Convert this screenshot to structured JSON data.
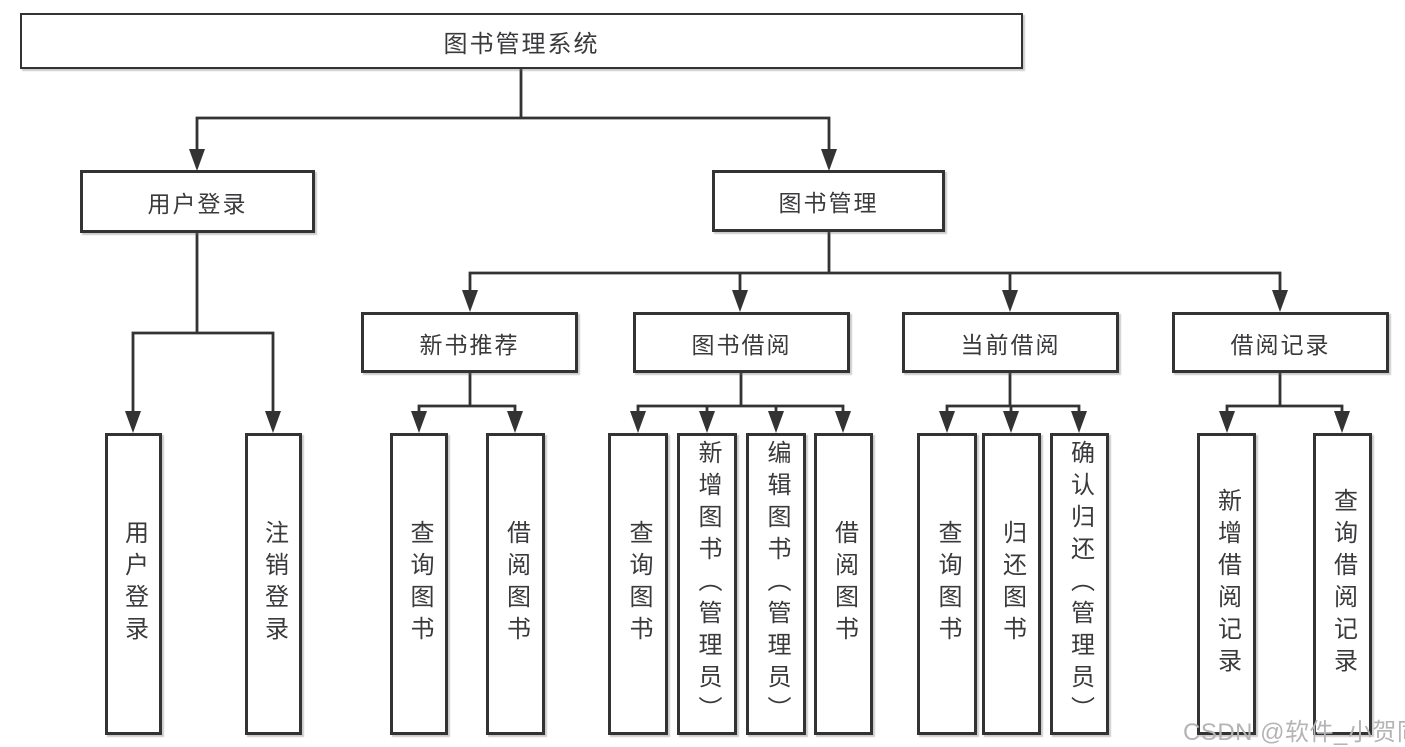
{
  "diagram": {
    "root": "图书管理系统",
    "login": {
      "label": "用户登录",
      "children": [
        "用户登录",
        "注销登录"
      ]
    },
    "mgmt": {
      "label": "图书管理",
      "children": [
        {
          "label": "新书推荐",
          "children": [
            "查询图书",
            "借阅图书"
          ]
        },
        {
          "label": "图书借阅",
          "children": [
            "查询图书",
            "新增图书（管理员）",
            "编辑图书（管理员）",
            "借阅图书"
          ]
        },
        {
          "label": "当前借阅",
          "children": [
            "查询图书",
            "归还图书",
            "确认归还（管理员）"
          ]
        },
        {
          "label": "借阅记录",
          "children": [
            "新增借阅记录",
            "查询借阅记录"
          ]
        }
      ]
    }
  },
  "watermark": "CSDN @软件_小贺同学",
  "colors": {
    "line": "#333333",
    "text": "#3a3a3c",
    "watermark": "#b4b4b6",
    "background": "#ffffff"
  }
}
